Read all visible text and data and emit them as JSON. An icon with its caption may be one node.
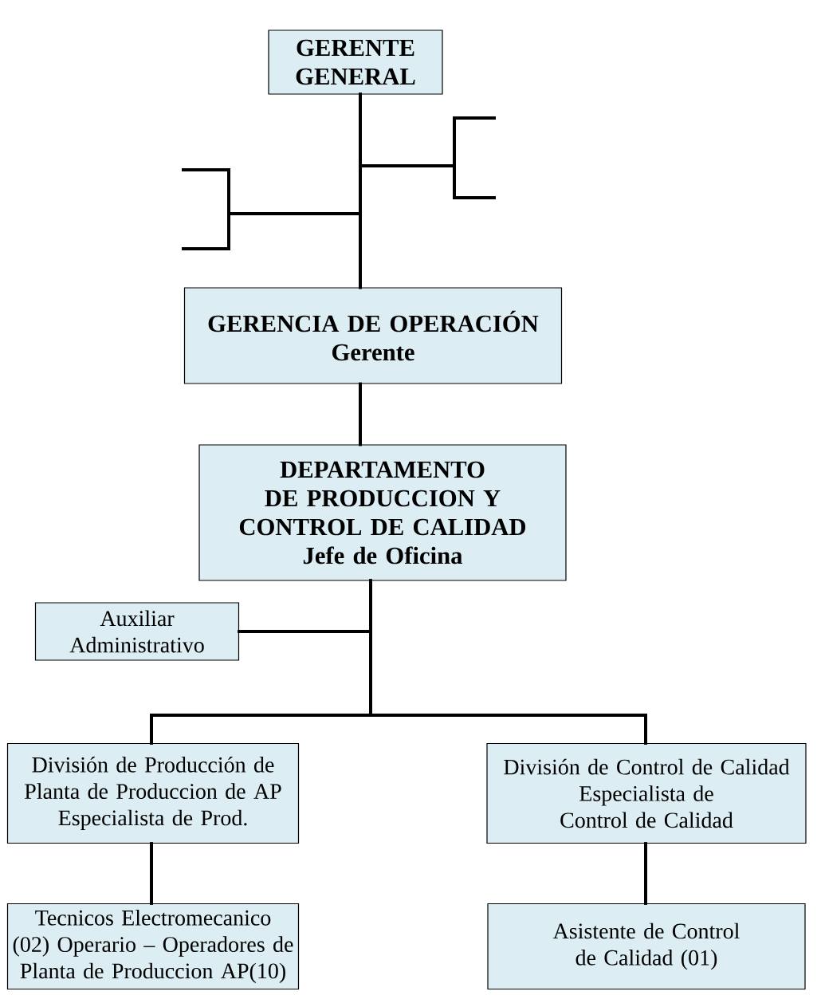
{
  "diagram": {
    "nodes": [
      {
        "text": [
          "GERENTE GENERAL"
        ]
      },
      {
        "text": [
          "GERENCIA DE OPERACIÓN",
          "Gerente"
        ]
      },
      {
        "text": [
          "DEPARTAMENTO DE PRODUCCION Y CONTROL DE CALIDAD",
          "Jefe de Oficina"
        ]
      },
      {
        "text": [
          "Auxiliar Administrativo"
        ]
      },
      {
        "text": [
          "División de Producción de Planta de Produccion de AP",
          "Especialista de Prod."
        ]
      },
      {
        "text": [
          "División de Control de Calidad",
          "Especialista de Control de Calidad"
        ]
      },
      {
        "text": [
          "Tecnicos Electromecanico (02) Operario – Operadores de Planta de Produccion AP(10)"
        ]
      },
      {
        "text": [
          "Asistente de Control de Calidad (01)"
        ]
      }
    ],
    "edges": [
      {
        "from": 0,
        "to": 1,
        "arrow": "none"
      },
      {
        "from": 0,
        "to": null,
        "arrow": "none"
      },
      {
        "from": 0,
        "to": null,
        "arrow": "none"
      },
      {
        "from": 1,
        "to": 2,
        "arrow": "none"
      },
      {
        "from": 2,
        "to": 3,
        "arrow": "none"
      },
      {
        "from": 2,
        "to": 4,
        "arrow": "none"
      },
      {
        "from": 2,
        "to": 5,
        "arrow": "none"
      },
      {
        "from": 4,
        "to": 6,
        "arrow": "none"
      },
      {
        "from": 5,
        "to": 7,
        "arrow": "none"
      }
    ]
  }
}
